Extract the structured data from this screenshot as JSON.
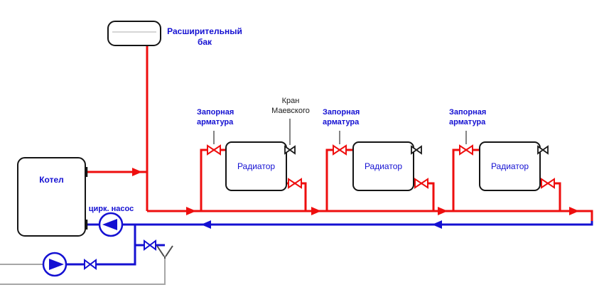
{
  "colors": {
    "hot_pipe": "#ee0e0e",
    "return_pipe": "#1410d2",
    "label_blue": "#1410d2",
    "label_black": "#1a1a1a",
    "outline": "#151515",
    "mains_gray": "#a6a6a6",
    "funnel_gray": "#4d4d4d"
  },
  "icons": {
    "shutoff_valve": "bowtie-valve",
    "air_valve": "small-bowtie-valve",
    "pump": "circle-with-flow-arrow",
    "flow_arrow": "triangle-arrowhead",
    "drain": "funnel"
  },
  "boiler": {
    "label": "Котел"
  },
  "expansion_tank": {
    "label": "Расширительный бак"
  },
  "pump": {
    "label": "цирк. насос"
  },
  "radiators": [
    {
      "label": "Радиатор"
    },
    {
      "label": "Радиатор"
    },
    {
      "label": "Радиатор"
    }
  ],
  "shutoff_valves": [
    {
      "label": "Запорная арматура"
    },
    {
      "label": "Запорная арматура"
    },
    {
      "label": "Запорная арматура"
    }
  ],
  "air_valve": {
    "label": "Кран Маевского"
  }
}
